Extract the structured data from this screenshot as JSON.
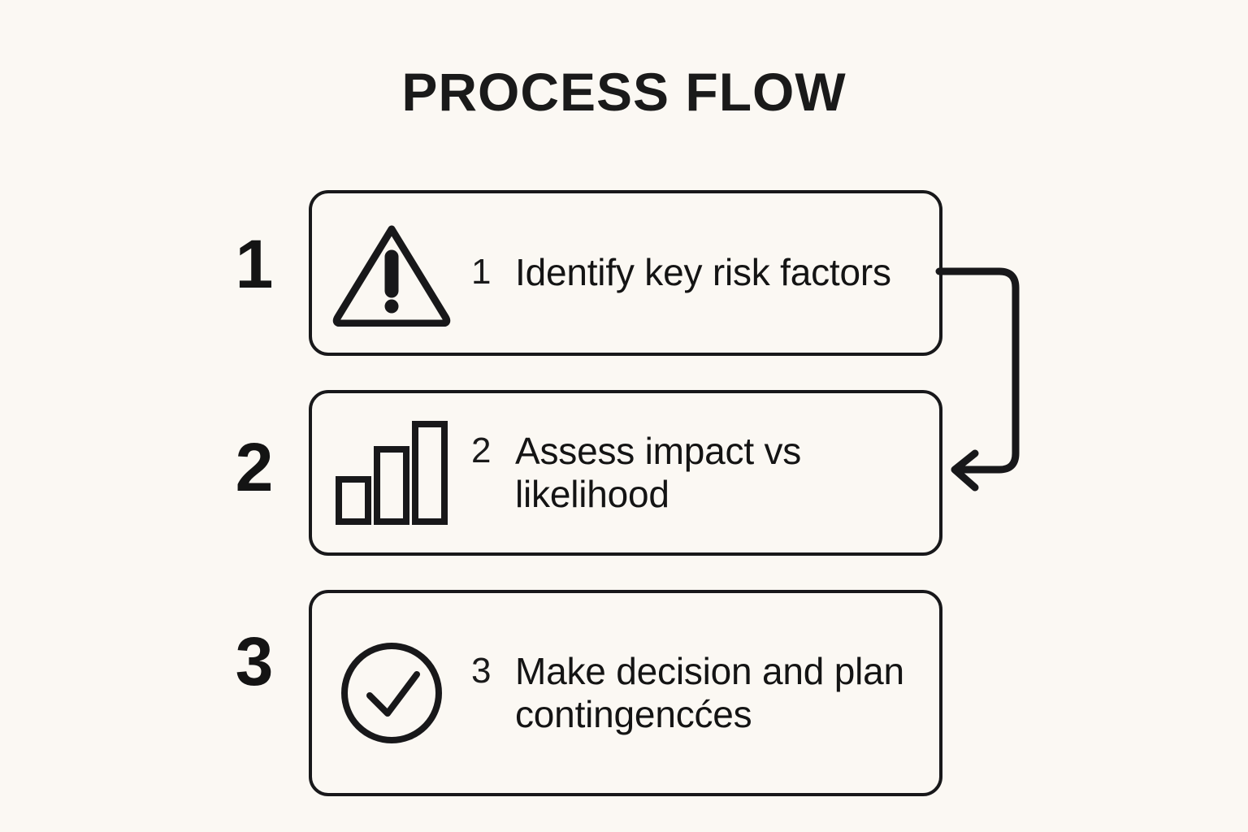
{
  "page": {
    "title": "PROCESS FLOW",
    "background_color": "#FBF8F3",
    "ink_color": "#18181A"
  },
  "steps": [
    {
      "index": "1",
      "number": "1",
      "label": "Identify key risk factors",
      "icon": "warning-triangle-icon"
    },
    {
      "index": "2",
      "number": "2",
      "label": "Assess impact vs likelihood",
      "icon": "bar-chart-icon"
    },
    {
      "index": "3",
      "number": "3",
      "label": "Make decision and plan contingencćes",
      "icon": "check-circle-icon"
    }
  ],
  "connector": {
    "from_step": "1",
    "to_step": "2",
    "direction": "loop-right-down-left",
    "arrowhead": "left"
  }
}
